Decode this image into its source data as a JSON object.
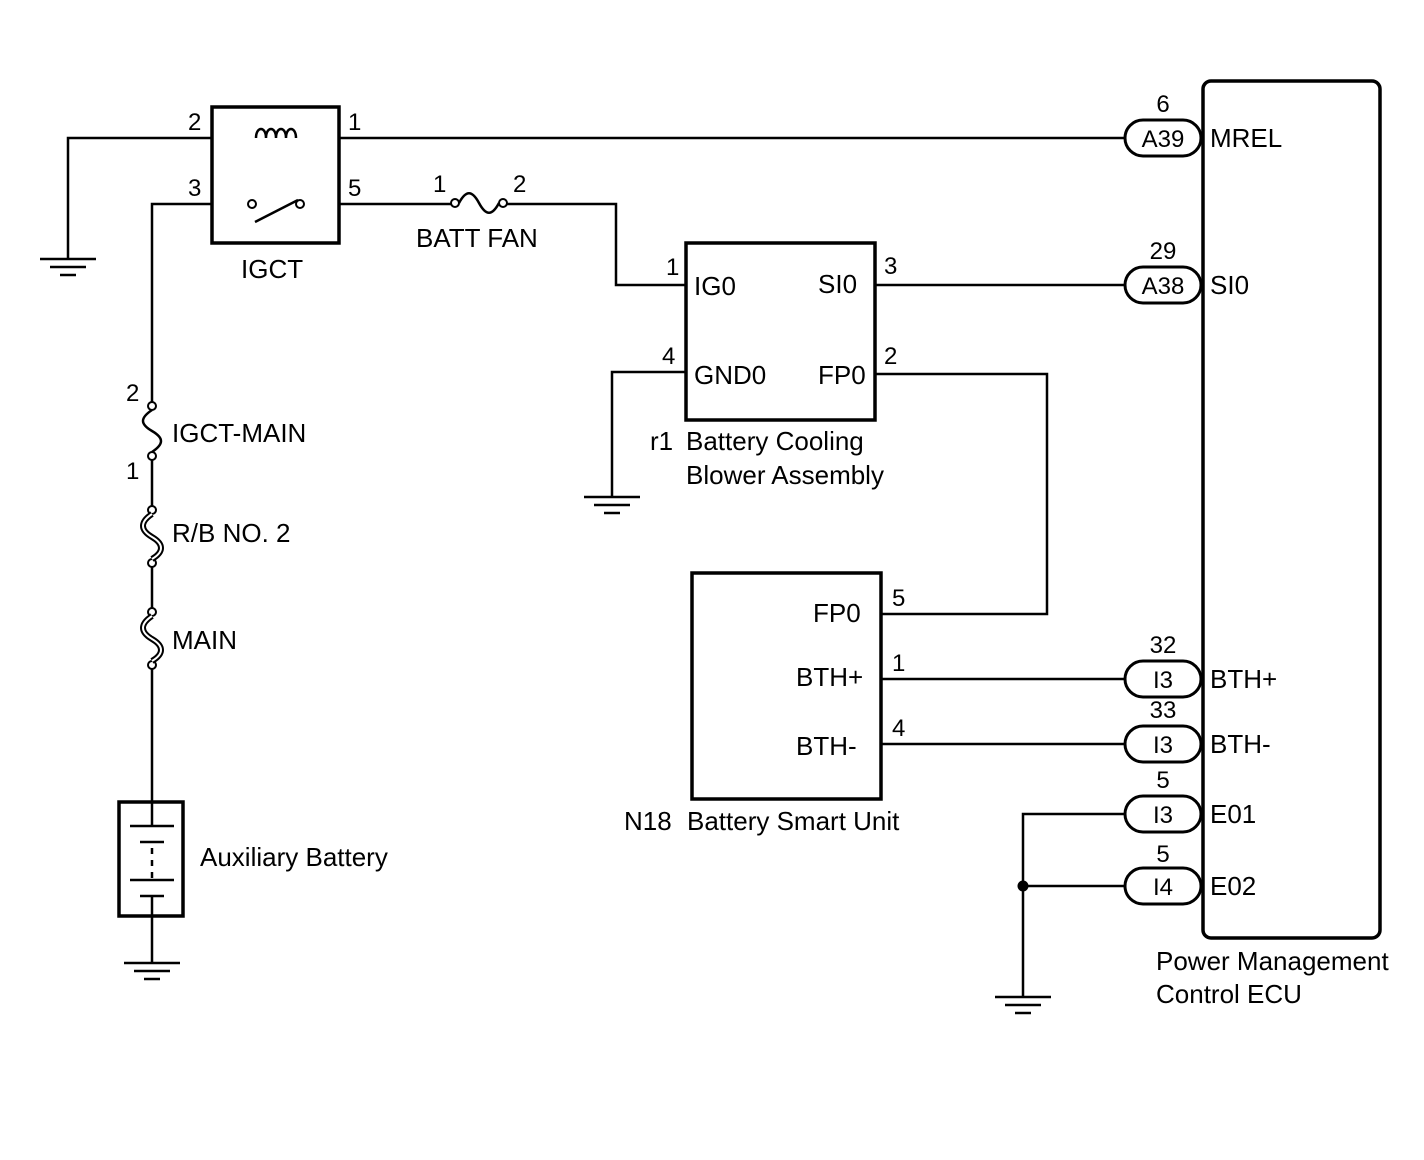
{
  "components": {
    "igct": {
      "label": "IGCT",
      "pins": {
        "p2": "2",
        "p1": "1",
        "p3": "3",
        "p5": "5"
      }
    },
    "batt_fan": {
      "label": "BATT FAN",
      "pin_left": "1",
      "pin_right": "2"
    },
    "igct_main": {
      "label": "IGCT-MAIN",
      "pin_top": "2",
      "pin_bottom": "1"
    },
    "rb_no2": {
      "label": "R/B NO. 2"
    },
    "main_fuse": {
      "label": "MAIN"
    },
    "aux_battery": {
      "label": "Auxiliary Battery"
    },
    "blower": {
      "code": "r1",
      "line1": "Battery Cooling",
      "line2": "Blower Assembly",
      "terminals": {
        "ig0": "IG0",
        "si0": "SI0",
        "gnd0": "GND0",
        "fp0": "FP0"
      },
      "pins": {
        "ig0": "1",
        "si0": "3",
        "gnd0": "4",
        "fp0": "2"
      }
    },
    "smart_unit": {
      "code": "N18",
      "name": "Battery Smart Unit",
      "terminals": {
        "fp0": "FP0",
        "bthp": "BTH+",
        "bthm": "BTH-"
      },
      "pins": {
        "fp0": "5",
        "bthp": "1",
        "bthm": "4"
      }
    },
    "ecu": {
      "line1": "Power Management",
      "line2": "Control ECU",
      "terminals": [
        {
          "connector": "A39",
          "pin": "6",
          "name": "MREL"
        },
        {
          "connector": "A38",
          "pin": "29",
          "name": "SI0"
        },
        {
          "connector": "I3",
          "pin": "32",
          "name": "BTH+"
        },
        {
          "connector": "I3",
          "pin": "33",
          "name": "BTH-"
        },
        {
          "connector": "I3",
          "pin": "5",
          "name": "E01"
        },
        {
          "connector": "I4",
          "pin": "5",
          "name": "E02"
        }
      ]
    }
  }
}
